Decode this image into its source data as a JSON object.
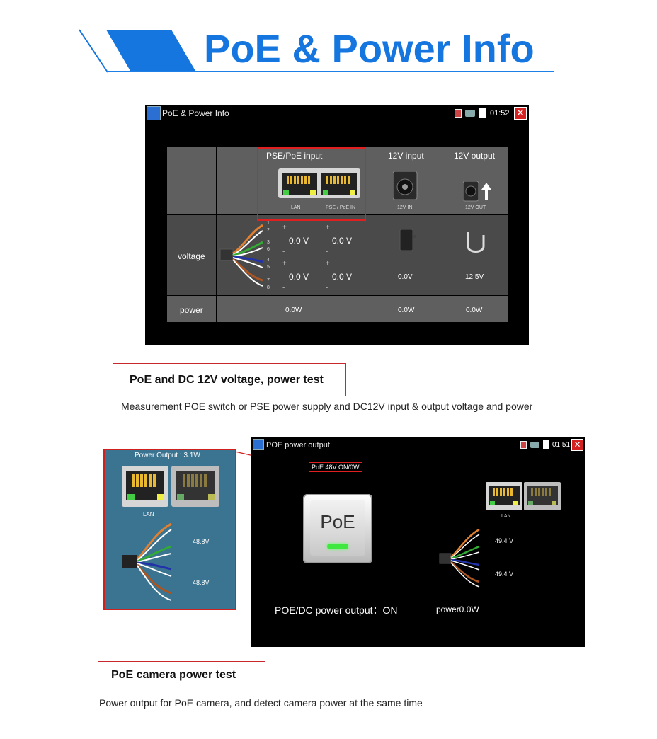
{
  "header": {
    "title": "PoE & Power Info"
  },
  "screen1": {
    "title": "PoE & Power Info",
    "time": "01:52",
    "columns": {
      "pse": "PSE/PoE input",
      "in12": "12V input",
      "out12": "12V output"
    },
    "port_labels": {
      "lan": "LAN",
      "pse": "PSE / PoE IN",
      "in12": "12V IN",
      "out12": "12V OUT"
    },
    "rows": {
      "voltage": "voltage",
      "power": "power"
    },
    "pins": [
      "1",
      "2",
      "3",
      "6",
      "4",
      "5",
      "7",
      "8"
    ],
    "signs": {
      "plus": "+",
      "minus": "-"
    },
    "values": {
      "v_12_a": "0.0 V",
      "v_12_b": "0.0 V",
      "v_45_a": "0.0 V",
      "v_45_b": "0.0 V",
      "v_in12": "0.0V",
      "v_out12": "12.5V",
      "p_pse": "0.0W",
      "p_in12": "0.0W",
      "p_out12": "0.0W"
    }
  },
  "caption1": {
    "title": "PoE and DC 12V voltage, power test",
    "desc": "Measurement POE switch or PSE power supply and DC12V input & output voltage and power"
  },
  "inset": {
    "title": "Power Output : 3.1W",
    "lan": "LAN",
    "v1": "48.8V",
    "v2": "48.8V"
  },
  "screen2": {
    "title": "POE power output",
    "time": "01:51",
    "status": "PoE 48V ON/0W",
    "poe_button": "PoE",
    "output_label": "POE/DC power output：ON",
    "power_label": "power0.0W",
    "lan": "LAN",
    "v1": "49.4 V",
    "v2": "49.4 V"
  },
  "caption2": {
    "title": "PoE camera power test",
    "desc": "Power output for PoE camera, and detect camera power at the same time"
  },
  "colors": {
    "accent": "#1576e0",
    "highlight": "#e02020",
    "inset_bg": "#3b7491"
  }
}
